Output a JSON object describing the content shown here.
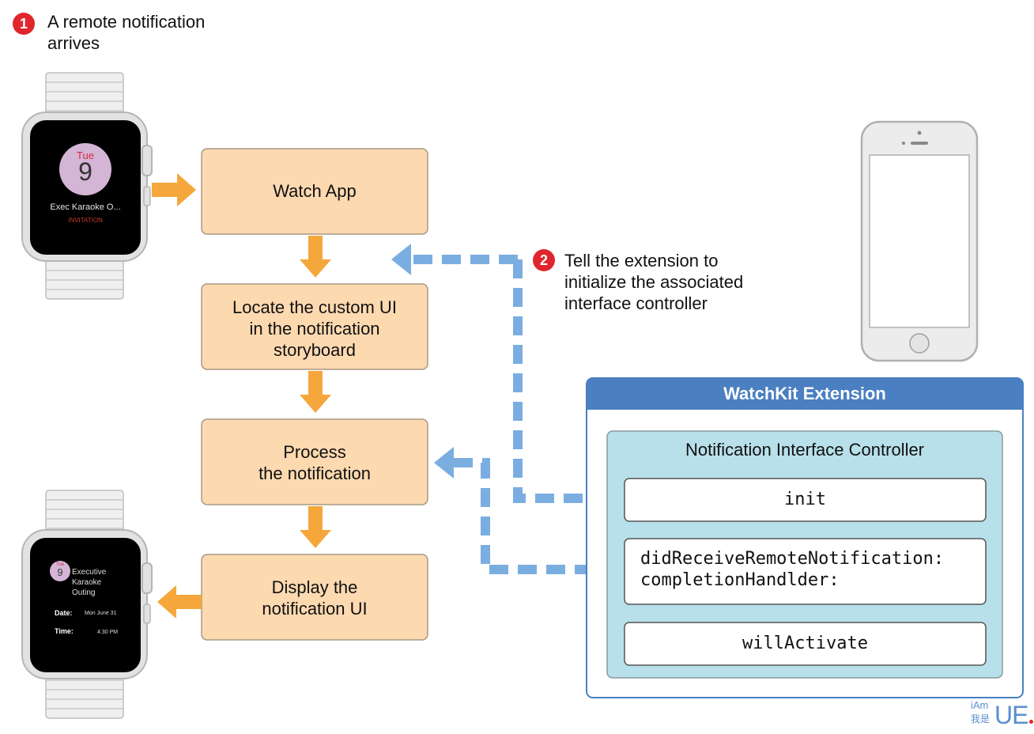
{
  "step1": {
    "number": "1",
    "text_line1": "A remote notification",
    "text_line2": "arrives"
  },
  "step2": {
    "number": "2",
    "text_line1": "Tell the extension to",
    "text_line2": "initialize the associated",
    "text_line3": "interface controller"
  },
  "flow": {
    "watch_app": "Watch App",
    "locate_line1": "Locate the custom UI",
    "locate_line2": "in the notification",
    "locate_line3": "storyboard",
    "process_line1": "Process",
    "process_line2": "the notification",
    "display_line1": "Display the",
    "display_line2": "notification UI"
  },
  "extension": {
    "title": "WatchKit Extension",
    "controller_title": "Notification Interface Controller",
    "method_init": "init",
    "method_receive_line1": "didReceiveRemoteNotification:",
    "method_receive_line2": "completionHandlder:",
    "method_activate": "willActivate"
  },
  "watch_top": {
    "day": "Tue",
    "date": "9",
    "event": "Exec Karaoke O...",
    "tag": "INVITATION"
  },
  "watch_bottom": {
    "day": "Tue",
    "date": "9",
    "event_line1": "Executive",
    "event_line2": "Karaoke",
    "event_line3": "Outing",
    "date_label": "Date:",
    "date_value": "Mon June 31",
    "time_label": "Time:",
    "time_value": "4:30 PM"
  },
  "watermark": {
    "small": "iAm",
    "cn": "我是",
    "big": "UE"
  },
  "colors": {
    "orange_arrow": "#f5a73b",
    "blue_dash": "#7aaee0",
    "box_fill": "#fdd9b0",
    "extension_header": "#4a7fc1",
    "controller_fill": "#b8e0ea",
    "badge_red": "#e0262c"
  }
}
